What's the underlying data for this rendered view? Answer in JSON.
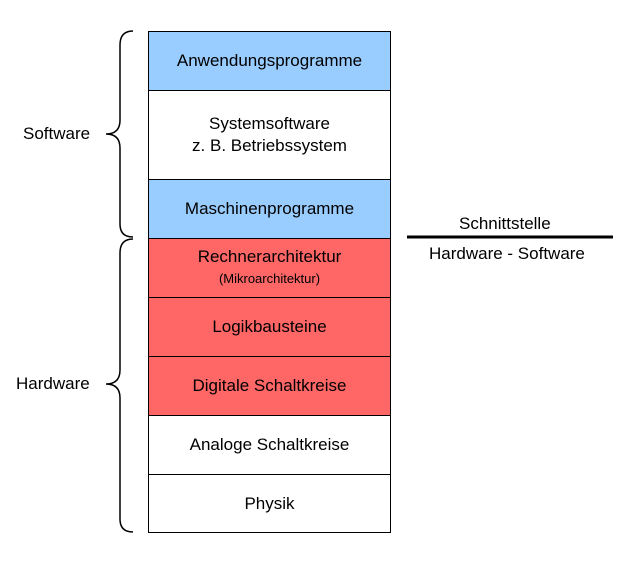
{
  "colors": {
    "software_blue": "#99CCFF",
    "hardware_red": "#FF6666",
    "plain": "#FFFFFF"
  },
  "layers": [
    {
      "line1": "Anwendungsprogramme"
    },
    {
      "line1": "Systemsoftware",
      "line2": "z. B. Betriebssystem"
    },
    {
      "line1": "Maschinenprogramme"
    },
    {
      "line1": "Rechnerarchitektur",
      "line2": "(Mikroarchitektur)"
    },
    {
      "line1": "Logikbausteine"
    },
    {
      "line1": "Digitale Schaltkreise"
    },
    {
      "line1": "Analoge Schaltkreise"
    },
    {
      "line1": "Physik"
    }
  ],
  "groups": {
    "software": "Software",
    "hardware": "Hardware"
  },
  "interface": {
    "top": "Schnittstelle",
    "bottom": "Hardware - Software"
  }
}
